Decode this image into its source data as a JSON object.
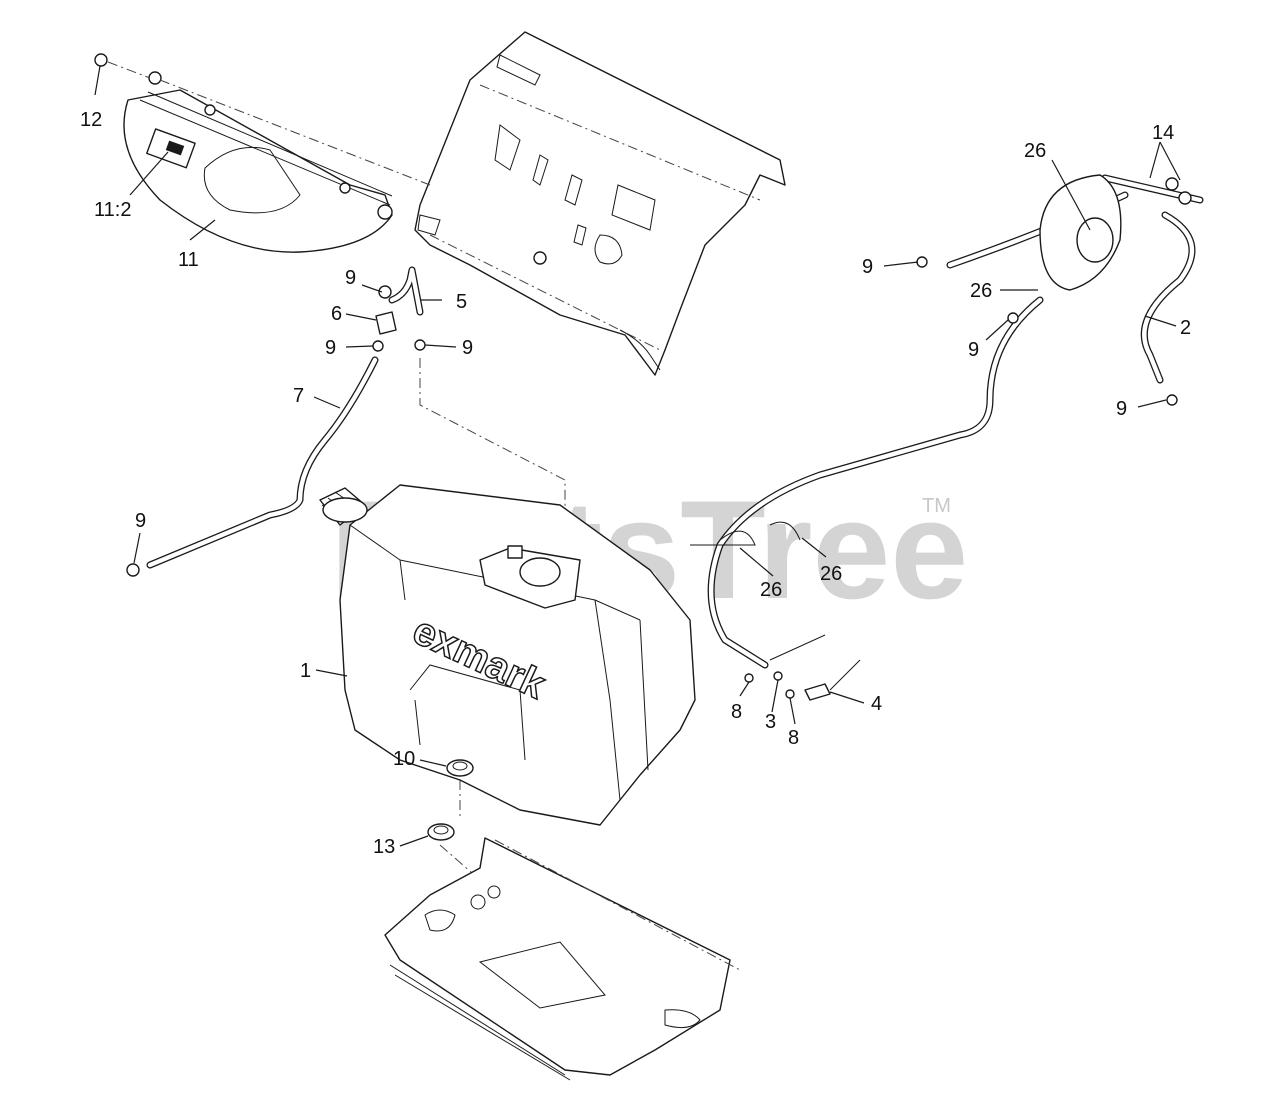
{
  "watermark": {
    "text": "PartsTree",
    "trademark": "TM"
  },
  "tank_brand": "exmark",
  "callouts": [
    {
      "id": "c12",
      "text": "12"
    },
    {
      "id": "c11-2",
      "text": "11:2"
    },
    {
      "id": "c11",
      "text": "11"
    },
    {
      "id": "c9-a",
      "text": "9"
    },
    {
      "id": "c5",
      "text": "5"
    },
    {
      "id": "c6",
      "text": "6"
    },
    {
      "id": "c9-b",
      "text": "9"
    },
    {
      "id": "c9-c",
      "text": "9"
    },
    {
      "id": "c7",
      "text": "7"
    },
    {
      "id": "c9-d",
      "text": "9"
    },
    {
      "id": "c1",
      "text": "1"
    },
    {
      "id": "c10",
      "text": "10"
    },
    {
      "id": "c13",
      "text": "13"
    },
    {
      "id": "c14",
      "text": "14"
    },
    {
      "id": "c26-a",
      "text": "26"
    },
    {
      "id": "c9-e",
      "text": "9"
    },
    {
      "id": "c26-b",
      "text": "26"
    },
    {
      "id": "c2",
      "text": "2"
    },
    {
      "id": "c9-f",
      "text": "9"
    },
    {
      "id": "c9-g",
      "text": "9"
    },
    {
      "id": "c26-c",
      "text": "26"
    },
    {
      "id": "c26-d",
      "text": "26"
    },
    {
      "id": "c8-a",
      "text": "8"
    },
    {
      "id": "c3",
      "text": "3"
    },
    {
      "id": "c8-b",
      "text": "8"
    },
    {
      "id": "c4",
      "text": "4"
    }
  ]
}
